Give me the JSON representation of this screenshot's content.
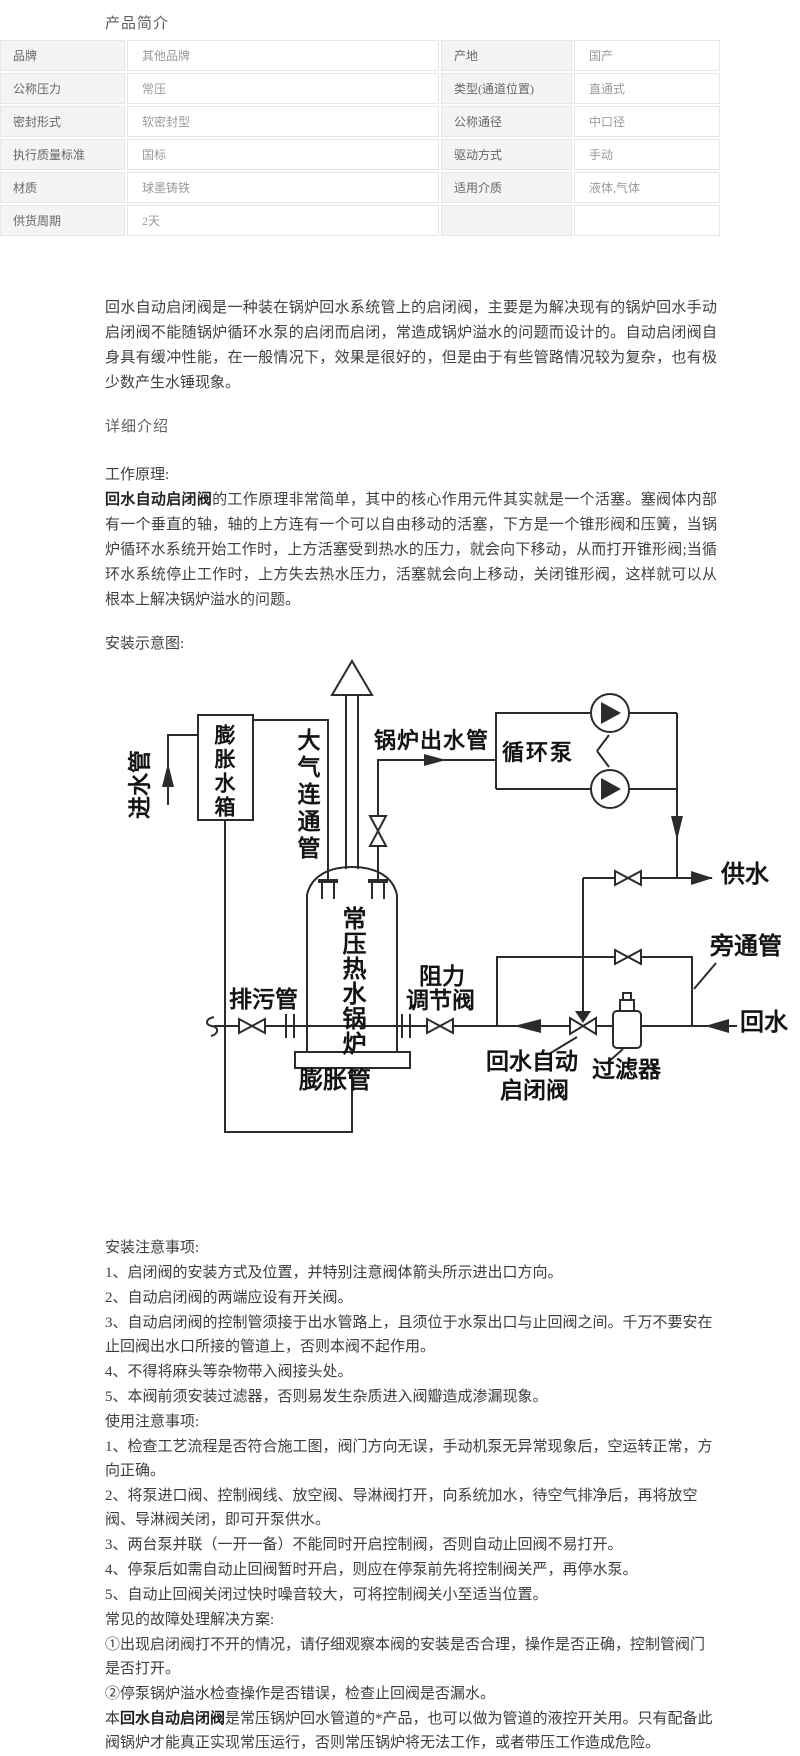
{
  "titles": {
    "product_intro": "产品简介",
    "detail_intro": "详细介绍",
    "working_principle": "工作原理:",
    "install_diagram": "安装示意图:"
  },
  "spec_table": {
    "rows": [
      {
        "label1": "品牌",
        "value1": "其他品牌",
        "label2": "产地",
        "value2": "国产"
      },
      {
        "label1": "公称压力",
        "value1": "常压",
        "label2": "类型(通道位置)",
        "value2": "直通式"
      },
      {
        "label1": "密封形式",
        "value1": "软密封型",
        "label2": "公称通径",
        "value2": "中口径"
      },
      {
        "label1": "执行质量标准",
        "value1": "国标",
        "label2": "驱动方式",
        "value2": "手动"
      },
      {
        "label1": "材质",
        "value1": "球墨铸铁",
        "label2": "适用介质",
        "value2": "液体,气体"
      },
      {
        "label1": "供货周期",
        "value1": "2天",
        "label2": "",
        "value2": ""
      }
    ]
  },
  "intro_paragraph": "回水自动启闭阀是一种装在锅炉回水系统管上的启闭阀，主要是为解决现有的锅炉回水手动启闭阀不能随锅炉循环水泵的启闭而启闭，常造成锅炉溢水的问题而设计的。自动启闭阀自身具有缓冲性能，在一般情况下，效果是很好的，但是由于有些管路情况较为复杂，也有极少数产生水锤现象。",
  "working_principle": {
    "bold_prefix": "回水自动启闭阀",
    "text": "的工作原理非常简单，其中的核心作用元件其实就是一个活塞。塞阀体内部有一个垂直的轴，轴的上方连有一个可以自由移动的活塞，下方是一个锥形阀和压簧，当锅炉循环水系统开始工作时，上方活塞受到热水的压力，就会向下移动，从而打开锥形阀;当循环水系统停止工作时，上方失去热水压力，活塞就会向上移动，关闭锥形阀，这样就可以从根本上解决锅炉溢水的问题。"
  },
  "diagram_labels": {
    "inlet_pipe": "进水管",
    "expansion_tank": "膨胀水箱",
    "air_vent_pipe": "大气连通管",
    "boiler_outlet_pipe": "锅炉出水管",
    "circulation_pump": "循环泵",
    "boiler": "常压热水锅炉",
    "resistance_line1": "阻力",
    "resistance_line2": "调节阀",
    "drain_pipe": "排污管",
    "expansion_pipe": "膨胀管",
    "supply_water": "供水",
    "bypass_pipe": "旁通管",
    "return_water": "回水",
    "auto_valve_line1": "回水自动",
    "auto_valve_line2": "启闭阀",
    "filter": "过滤器"
  },
  "install_notes": {
    "heading": "安装注意事项:",
    "items": [
      "1、启闭阀的安装方式及位置，并特别注意阀体箭头所示进出口方向。",
      "2、自动启闭阀的两端应设有开关阀。",
      "3、自动启闭阀的控制管须接于出水管路上，且须位于水泵出口与止回阀之间。千万不要安在止回阀出水口所接的管道上，否则本阀不起作用。",
      "4、不得将麻头等杂物带入阀接头处。",
      "5、本阀前须安装过滤器，否则易发生杂质进入阀瓣造成渗漏现象。"
    ]
  },
  "usage_notes": {
    "heading": "使用注意事项:",
    "items": [
      "1、检查工艺流程是否符合施工图，阀门方向无误，手动机泵无异常现象后，空运转正常，方向正确。",
      "2、将泵进口阀、控制阀线、放空阀、导淋阀打开，向系统加水，待空气排净后，再将放空阀、导淋阀关闭，即可开泵供水。",
      "3、两台泵并联（一开一备）不能同时开启控制阀，否则自动止回阀不易打开。",
      "4、停泵后如需自动止回阀暂时开启，则应在停泵前先将控制阀关严，再停水泵。",
      "5、自动止回阀关闭过快时噪音较大，可将控制阀关小至适当位置。"
    ]
  },
  "troubleshooting": {
    "heading": "常见的故障处理解决方案:",
    "items": [
      "①出现启闭阀打不开的情况，请仔细观察本阀的安装是否合理，操作是否正确，控制管阀门是否打开。",
      "②停泵锅炉溢水检查操作是否错误，检查止回阀是否漏水。"
    ]
  },
  "closing": {
    "pre": "本",
    "bold": "回水自动启闭阀",
    "text": "是常压锅炉回水管道的*产品，也可以做为管道的液控开关用。只有配备此阀锅炉才能真正实现常压运行，否则常压锅炉将无法工作，或者带压工作造成危险。"
  }
}
